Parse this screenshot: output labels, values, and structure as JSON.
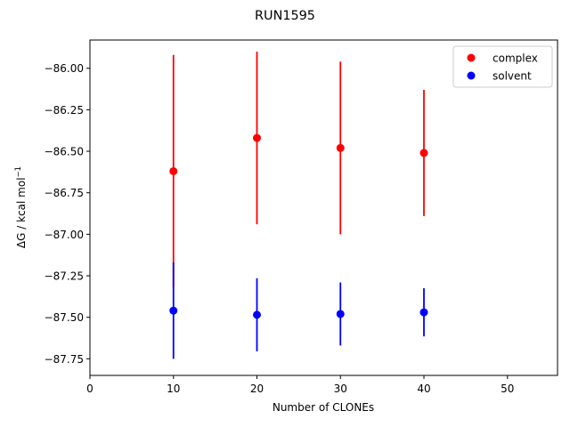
{
  "chart_data": {
    "type": "scatter",
    "title": "RUN1595",
    "xlabel": "Number of CLONEs",
    "ylabel": "ΔG / kcal mol",
    "ylabel_superscript": "−1",
    "xlim": [
      0,
      56
    ],
    "ylim": [
      -87.85,
      -85.83
    ],
    "xticks": [
      0,
      10,
      20,
      30,
      40,
      50
    ],
    "xtick_labels": [
      "0",
      "10",
      "20",
      "30",
      "40",
      "50"
    ],
    "yticks": [
      -86.0,
      -86.25,
      -86.5,
      -86.75,
      -87.0,
      -87.25,
      -87.5,
      -87.75
    ],
    "ytick_labels": [
      "−86.00",
      "−86.25",
      "−86.50",
      "−86.75",
      "−87.00",
      "−87.25",
      "−87.50",
      "−87.75"
    ],
    "grid": false,
    "legend_position": "top-right",
    "series": [
      {
        "name": "complex",
        "color": "#ff0000",
        "points": [
          {
            "x": 10,
            "y": -86.62,
            "err": 0.7
          },
          {
            "x": 20,
            "y": -86.42,
            "err": 0.52
          },
          {
            "x": 30,
            "y": -86.48,
            "err": 0.52
          },
          {
            "x": 40,
            "y": -86.51,
            "err": 0.38
          }
        ]
      },
      {
        "name": "solvent",
        "color": "#0000ff",
        "points": [
          {
            "x": 10,
            "y": -87.46,
            "err": 0.29
          },
          {
            "x": 20,
            "y": -87.485,
            "err": 0.22
          },
          {
            "x": 30,
            "y": -87.48,
            "err": 0.19
          },
          {
            "x": 40,
            "y": -87.47,
            "err": 0.145
          }
        ]
      }
    ]
  }
}
